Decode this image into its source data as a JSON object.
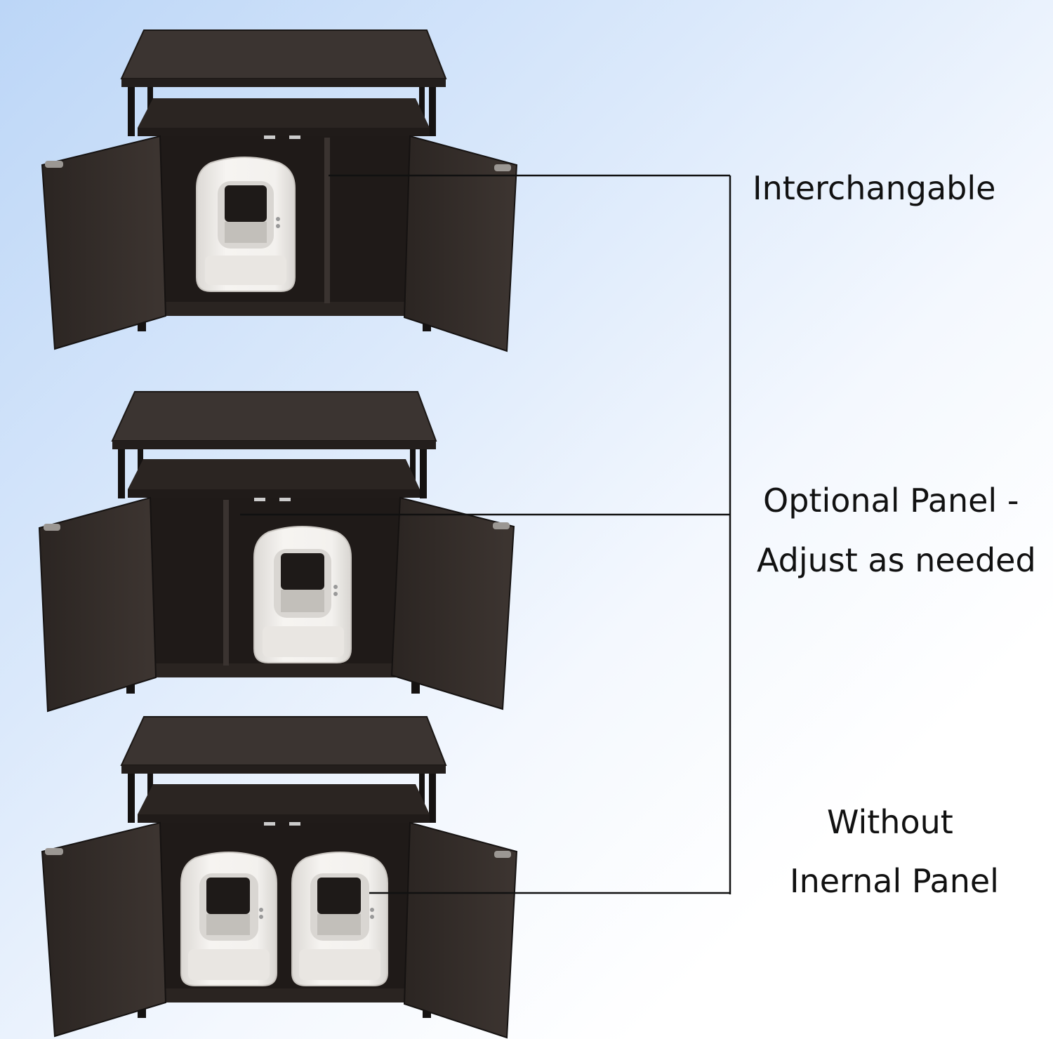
{
  "callouts": [
    {
      "lines": [
        "Interchangable"
      ]
    },
    {
      "lines": [
        "Optional Panel -",
        "Adjust as needed"
      ]
    },
    {
      "lines": [
        "Without",
        "Inernal Panel"
      ]
    }
  ],
  "colors": {
    "wood": "#352e2b",
    "wood_dark": "#231e1c",
    "wood_edge": "#1a1614",
    "litter_box": "#f1efec",
    "leader_line": "#111111"
  },
  "cabinets": [
    {
      "variant": "divider-right",
      "litter_boxes": 1
    },
    {
      "variant": "divider-left",
      "litter_boxes": 1
    },
    {
      "variant": "no-divider",
      "litter_boxes": 2
    }
  ]
}
